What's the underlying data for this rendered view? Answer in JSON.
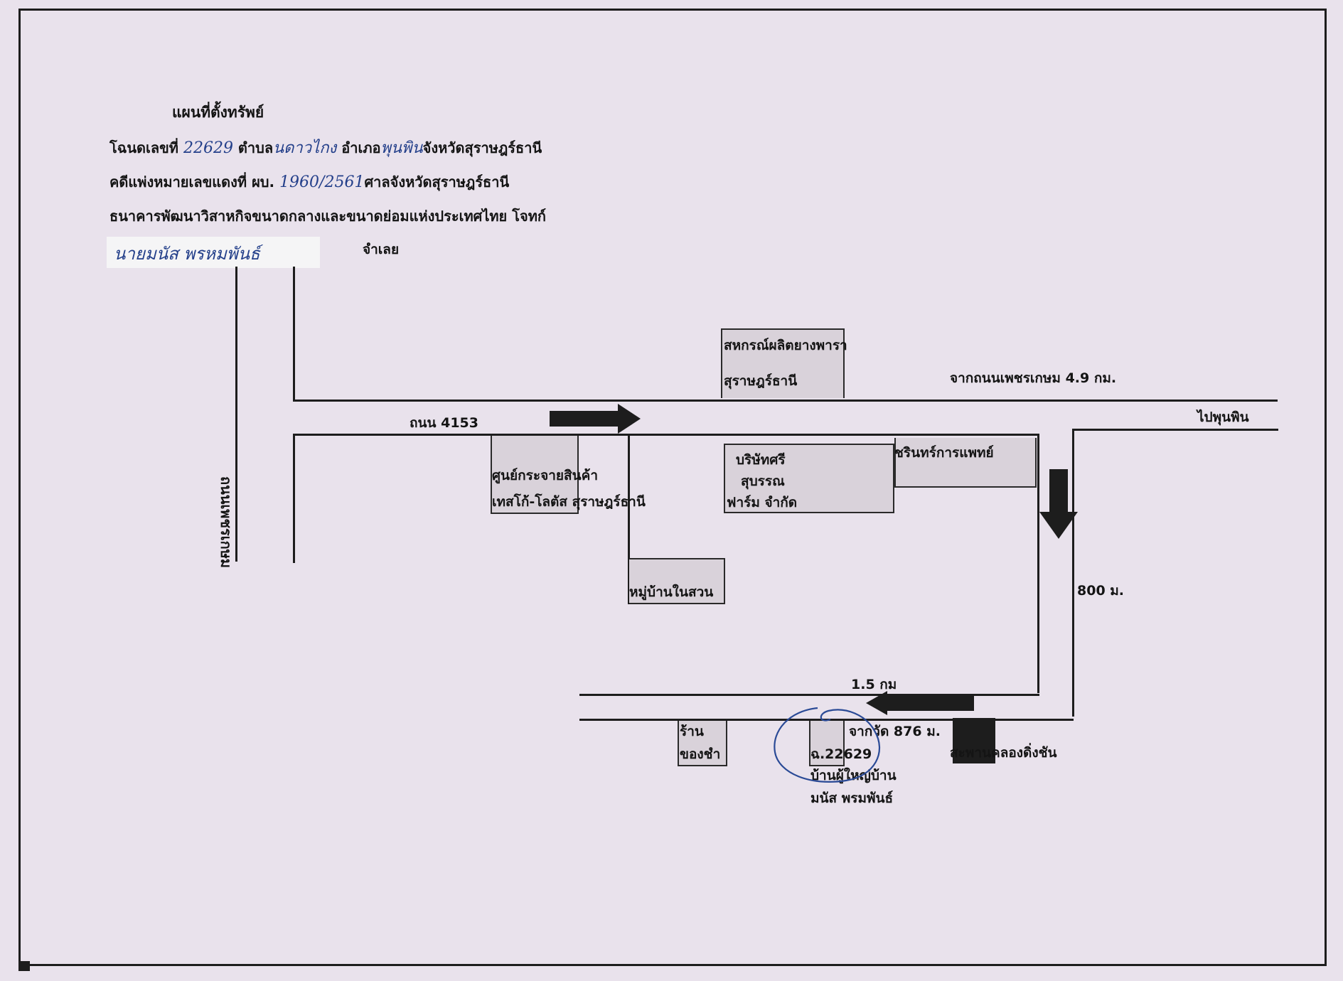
{
  "header": {
    "title": "แผนที่ตั้งทรัพย์",
    "line1_prefix": "โฉนดเลขที่",
    "deed_no": "22629",
    "line1_subdistrict_prefix": "ตำบล",
    "subdistrict": "นดาวไกง",
    "line1_district_prefix": "อำเภอ",
    "district": "พุนพิน",
    "line1_suffix": "จังหวัดสุราษฎร์ธานี",
    "line2_prefix": "คดีแพ่งหมายเลขแดงที่ ผบ.",
    "case_no": "1960/2561",
    "line2_suffix": "ศาลจังหวัดสุราษฎร์ธานี",
    "line3": "ธนาคารพัฒนาวิสาหกิจขนาดกลางและขนาดย่อมแห่งประเทศไทย โจทก์",
    "defendant": "นายมนัส พรหมพันธ์",
    "defendant_role": "จำเลย"
  },
  "map": {
    "road_vertical_left": "ถนนเพชรเกษม",
    "road_4153": "ถนน 4153",
    "from_phetkasem": "จากถนนเพชรเกษม 4.9 กม.",
    "to_phunphin": "ไปพุนพิน",
    "distance_800": "800 ม.",
    "distance_1_5": "1.5 กม",
    "from_temp": "จากวัด 876 ม.",
    "place_coop_line1": "สหกรณ์ผลิตยางพารา",
    "place_coop_line2": "สุราษฎร์ธานี",
    "place_tesco_line1": "ศูนย์กระจายสินค้า",
    "place_tesco_line2": "เทสโก้-โลตัส สุราษฎร์ธานี",
    "place_farm_line1": "บริษัทศรี",
    "place_farm_line2": "สุบรรณ",
    "place_farm_line3": "ฟาร์ม จำกัด",
    "place_medical": "ชรินทร์การแพทย์",
    "place_village": "หมู่บ้านในสวน",
    "place_shop_line1": "ร้าน",
    "place_shop_line2": "ของชำ",
    "place_target_line1": "ฉ.22629",
    "place_target_line2": "บ้านผู้ใหญ่บ้าน",
    "place_target_line3": "มนัส พรมพันธ์",
    "place_bridge": "สะพานคลองดิ่งชัน"
  }
}
